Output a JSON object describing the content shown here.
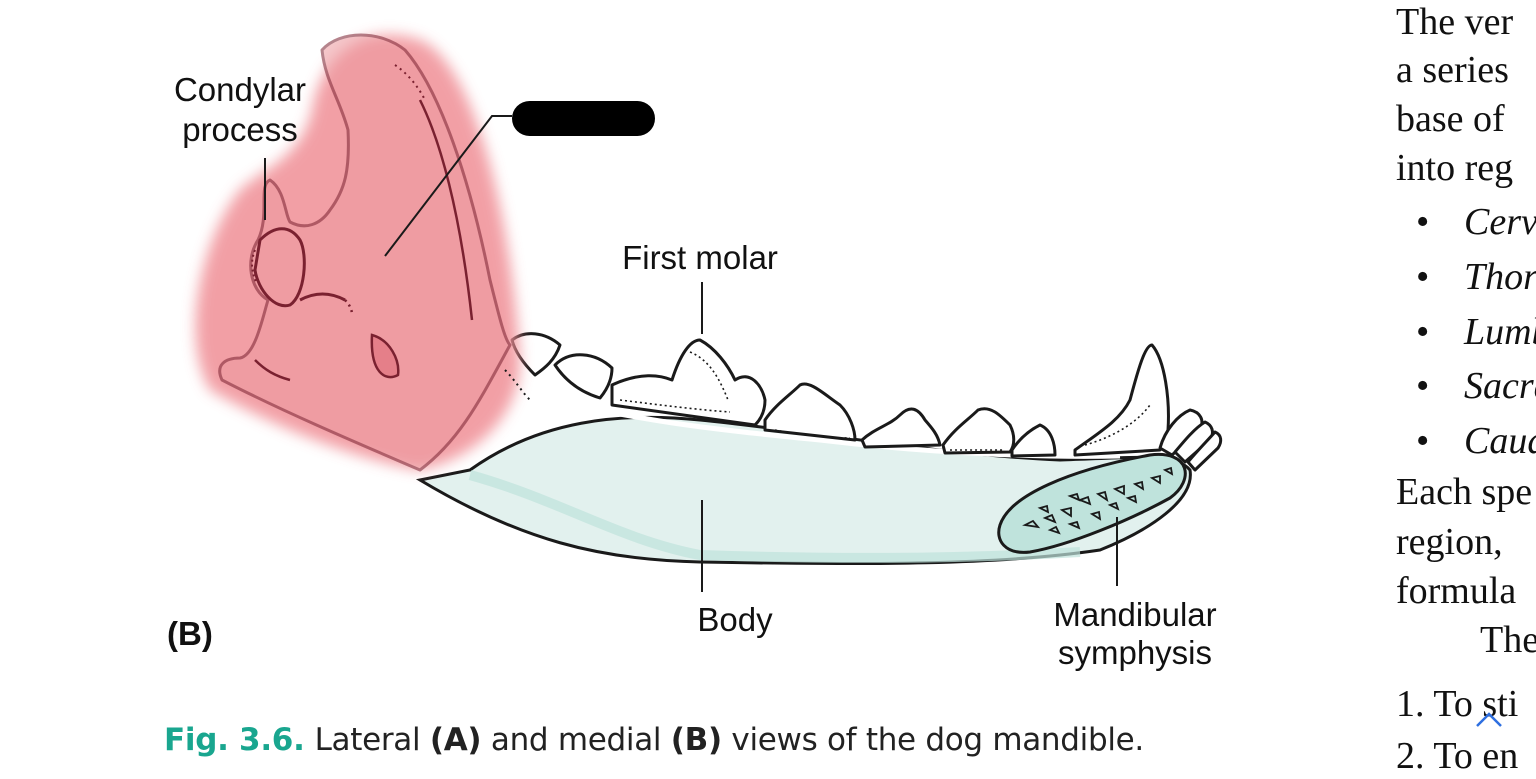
{
  "figure": {
    "labels": {
      "condylar_process": [
        "Condylar",
        "process"
      ],
      "first_molar": "First molar",
      "body": "Body",
      "mandibular_symphysis": [
        "Mandibular",
        "symphysis"
      ],
      "panel": "(B)"
    },
    "caption": {
      "figure_number": "Fig. 3.6.",
      "part1": "Lateral ",
      "bold_a": "(A)",
      "part2": " and medial ",
      "bold_b": "(B)",
      "part3": " views of the dog mandible."
    },
    "colors": {
      "ramus_highlight": "#f08f96",
      "body_fill": "#e2f1ee",
      "symphysis_fill": "#bfe3dc",
      "outline": "#7a2130",
      "caption_accent": "#19a68f"
    }
  },
  "side_text": {
    "lines": [
      "The ver",
      "a series",
      "base of",
      "into reg"
    ],
    "bullets": [
      "Cervi",
      "Thora",
      "Lumb",
      "Sacra",
      "Caud"
    ],
    "after_lines": [
      "Each spe",
      "region,",
      "formula",
      "The"
    ],
    "numbered": [
      {
        "num": "1.",
        "text": "To sti"
      },
      {
        "num": "2.",
        "text": "To en"
      }
    ]
  },
  "icons": {
    "scroll_up": "chevron-up-icon"
  }
}
